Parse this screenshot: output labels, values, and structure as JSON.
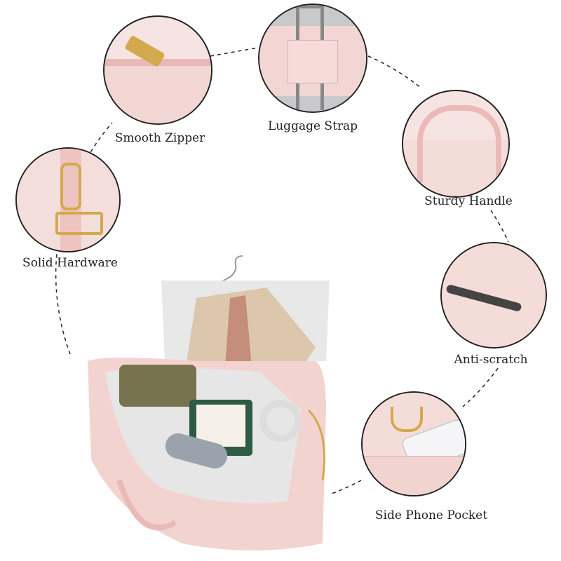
{
  "features": [
    {
      "id": "zipper",
      "label": "Smooth Zipper",
      "icon": "zipper-icon"
    },
    {
      "id": "strap",
      "label": "Luggage Strap",
      "icon": "luggage-strap-icon"
    },
    {
      "id": "handle",
      "label": "Sturdy Handle",
      "icon": "handle-icon"
    },
    {
      "id": "hardware",
      "label": "Solid Hardware",
      "icon": "buckle-icon"
    },
    {
      "id": "scratch",
      "label": "Anti-scratch",
      "icon": "scratch-icon"
    },
    {
      "id": "pocket",
      "label": "Side Phone Pocket",
      "icon": "phone-pocket-icon"
    }
  ],
  "colors": {
    "bag_pink": "#f3d3d0",
    "lining": "#e6e6e6",
    "gold": "#d4a94e",
    "outline": "#222222",
    "jacket": "#dcc7ad"
  }
}
